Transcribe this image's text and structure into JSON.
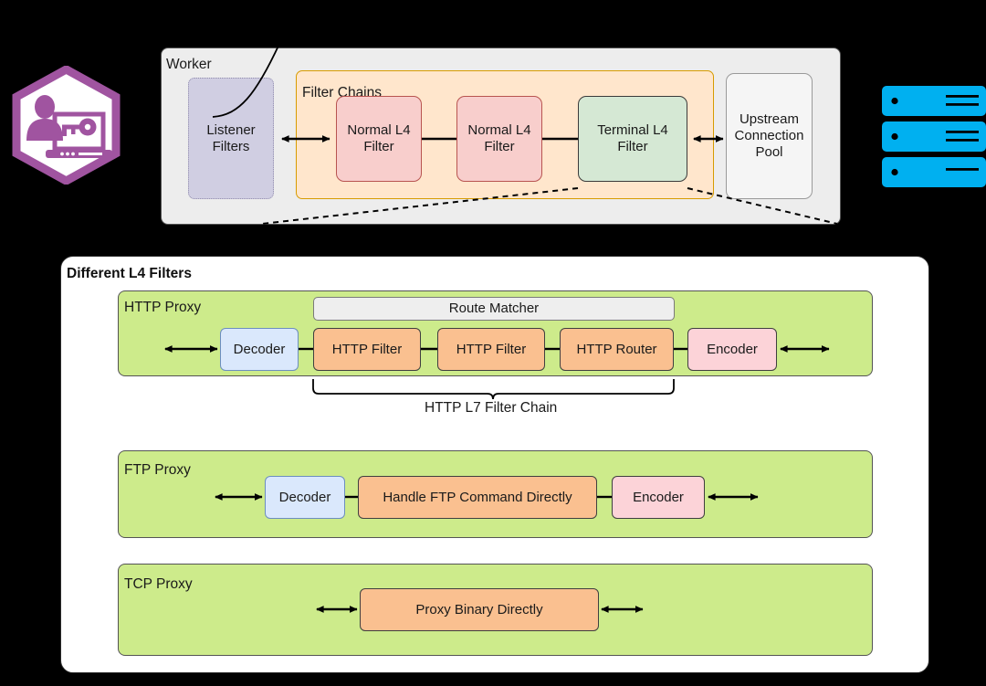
{
  "diagram": {
    "top_section": {
      "worker_label": "Worker",
      "listener_filters_label": "Listener\nFilters",
      "filter_chains_label": "Filter Chains",
      "l4_filters": [
        {
          "label": "Normal L4\nFilter",
          "kind": "normal"
        },
        {
          "label": "Normal L4\nFilter",
          "kind": "normal"
        },
        {
          "label": "Terminal L4\nFilter",
          "kind": "terminal"
        }
      ],
      "upstream_pool_label": "Upstream\nConnection\nPool",
      "client_icon": "client-user-laptop-key-icon",
      "server_icon": "server-stack-icon"
    },
    "bottom_section": {
      "title": "Different L4 Filters",
      "http_proxy": {
        "label": "HTTP Proxy",
        "route_matcher": "Route Matcher",
        "nodes": [
          {
            "label": "Decoder",
            "color": "blue"
          },
          {
            "label": "HTTP Filter",
            "color": "orange"
          },
          {
            "label": "HTTP Filter",
            "color": "orange"
          },
          {
            "label": "HTTP Router",
            "color": "orange"
          },
          {
            "label": "Encoder",
            "color": "pink"
          }
        ],
        "chain_label": "HTTP L7 Filter Chain"
      },
      "ftp_proxy": {
        "label": "FTP Proxy",
        "nodes": [
          {
            "label": "Decoder",
            "color": "blue"
          },
          {
            "label": "Handle FTP Command Directly",
            "color": "orange"
          },
          {
            "label": "Encoder",
            "color": "pink"
          }
        ]
      },
      "tcp_proxy": {
        "label": "TCP Proxy",
        "nodes": [
          {
            "label": "Proxy Binary Directly",
            "color": "orange"
          }
        ]
      }
    },
    "colors": {
      "background": "#000000",
      "worker_panel": "#ededed",
      "listener_filters": "#d0cee2",
      "filter_chains": "#ffe6cc",
      "filter_chains_border": "#d79b00",
      "l4_normal": "#f8cecc",
      "l4_normal_border": "#b85450",
      "l4_terminal": "#d5e8d4",
      "upstream_pool": "#f5f5f5",
      "proxy_panel": "#cdeb8b",
      "node_blue": "#dae8fc",
      "node_orange": "#fac090",
      "node_pink": "#fcd3d8",
      "route_matcher": "#eeeeee",
      "client_icon": "#a054a0",
      "server_icon": "#00b0f0"
    }
  }
}
